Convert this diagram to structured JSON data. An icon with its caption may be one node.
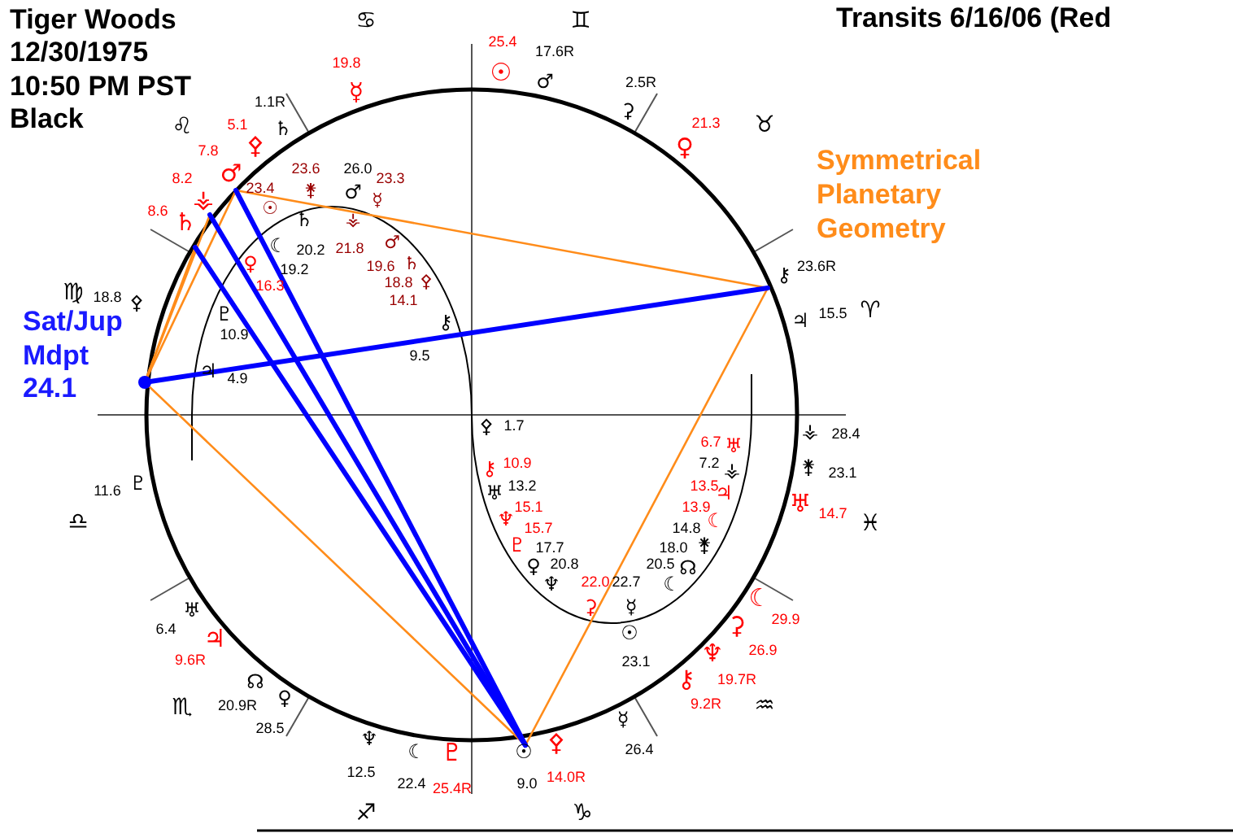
{
  "diagram": {
    "labels": [
      "Tiger Woods",
      "Transits 6/16/06 (Red",
      "♋",
      "♊",
      "25.4",
      "12/30/1975",
      "17.6R",
      "19.8",
      "☉",
      "♂",
      "2.5R",
      "10:50 PM PST",
      "☿",
      "1.1R",
      "⚳",
      "Black",
      "5.1",
      "21.3",
      "♉",
      "♌",
      "♄",
      "⚴",
      "♀",
      "7.8",
      "Symmetrical Planetary Geometry",
      "23.6",
      "26.0",
      "♂",
      "8.2",
      "23.3",
      "23.4",
      "⚵",
      "♂",
      "⚶",
      "☿",
      "☉",
      "8.6",
      "♄",
      "♄",
      "⚶",
      "♂",
      "☾",
      "21.8",
      "20.2",
      "♀",
      "♄",
      "19.6",
      "23.6R",
      "19.2",
      "⚷",
      "⚴",
      "18.8",
      "16.3",
      "14.1",
      "♈",
      "♍",
      "♇",
      "15.5",
      "♃",
      "Sat/Jup Mdpt 24.1",
      "⚷",
      "10.9",
      "9.5",
      "18.8",
      "⚴",
      "♃",
      "4.9",
      "⚴",
      "1.7",
      "⚶",
      "28.4",
      "6.7",
      "♅",
      "7.2",
      "10.9",
      "⚵",
      "⚷",
      "⚶",
      "23.1",
      "♇",
      "13.2",
      "13.5",
      "11.6",
      "♅",
      "♃",
      "♅",
      "15.1",
      "13.9",
      "14.7",
      "♆",
      "☾",
      "♎",
      "♓",
      "15.7",
      "14.8",
      "♇",
      "⚵",
      "17.7",
      "18.0",
      "20.8",
      "20.5",
      "♀",
      "☊",
      "22.0",
      "22.7",
      "♆",
      "☾",
      "☾",
      "⚳",
      "☿",
      "♅",
      "29.9",
      "6.4",
      "⚳",
      "☉",
      "♃",
      "26.9",
      "♆",
      "9.6R",
      "23.1",
      "⚷",
      "19.7R",
      "☊",
      "♀",
      "9.2R",
      "20.9R",
      "♏",
      "♒",
      "☿",
      "28.5",
      "♆",
      "⚴",
      "26.4",
      "☾",
      "☉",
      "♇",
      "12.5",
      "14.0R",
      "22.4",
      "9.0",
      "25.4R",
      "♐",
      "♑"
    ]
  }
}
